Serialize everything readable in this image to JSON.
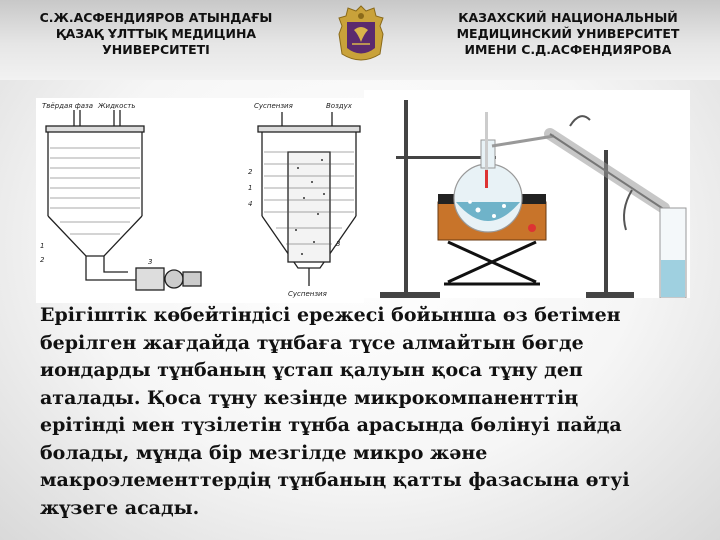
{
  "header": {
    "left_lines": [
      "С.Ж.АСФЕНДИЯРОВ АТЫНДАҒЫ",
      "ҚАЗАҚ ҰЛТТЫҚ МЕДИЦИНА",
      "УНИВЕРСИТЕТІ"
    ],
    "right_lines": [
      "КАЗАХСКИЙ НАЦИОНАЛЬНЫЙ",
      "МЕДИЦИНСКИЙ  УНИВЕРСИТЕТ",
      "ИМЕНИ  С.Д.АСФЕНДИЯРОВА"
    ],
    "logo_icon": "university-crest-icon",
    "colors": {
      "crest_gold": "#c9a23a",
      "crest_purple": "#5b2a6e"
    }
  },
  "figure_left": {
    "label_solid": "Твёрдая фаза",
    "label_liquid": "Жидкость",
    "label_suspension": "Суспензия",
    "label_air": "Воздух",
    "num_1": "1",
    "num_2": "2",
    "num_3": "3",
    "num_4": "4"
  },
  "figure_right": {
    "apparatus_icon": "distillation-apparatus-icon",
    "colors": {
      "heater": "#c8742a",
      "liquid": "#6fb3c9"
    }
  },
  "body_lines": [
    "Ерігіштік көбейтіндісі ережесі бойынша өз бетімен",
    "берілген жағдайда тұнбаға түсе алмайтын бөгде",
    "иондарды тұнбаның ұстап қалуын қоса тұну деп",
    "аталады. Қоса тұну кезінде микрокомпаненттің",
    "ерітінді мен түзілетін тұнба арасында бөлінуі пайда",
    "болады, мұнда бір мезгілде микро және",
    "макроэлементтердің тұнбаның қатты фазасына өтуі",
    "жүзеге асады."
  ]
}
